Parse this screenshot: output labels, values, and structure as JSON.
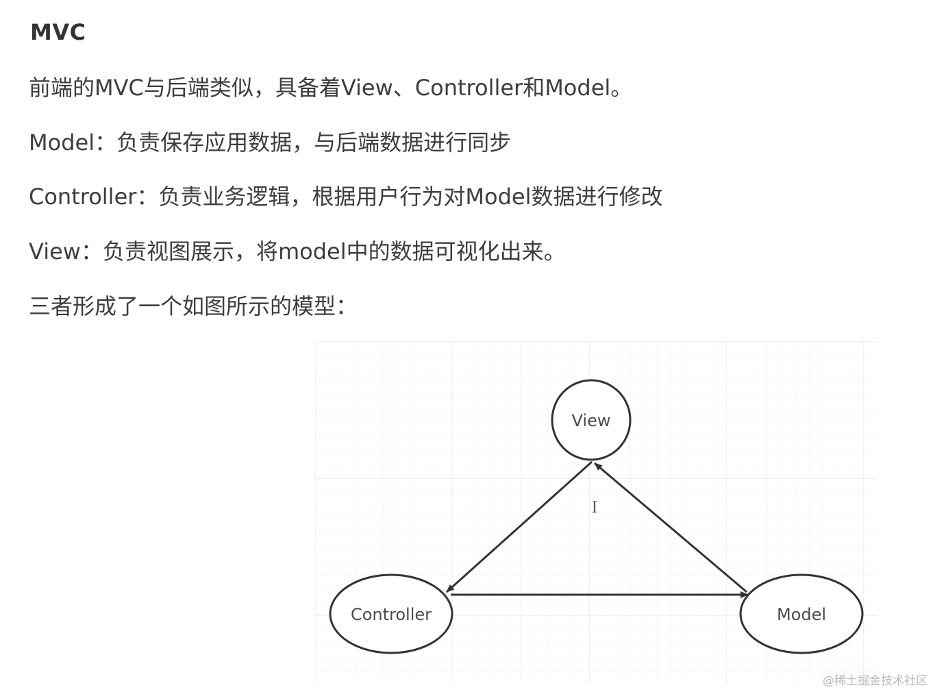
{
  "article": {
    "heading": "MVC",
    "paragraphs": [
      "前端的MVC与后端类似，具备着View、Controller和Model。",
      "Model：负责保存应用数据，与后端数据进行同步",
      "Controller：负责业务逻辑，根据用户行为对Model数据进行修改",
      "View：负责视图展示，将model中的数据可视化出来。",
      "三者形成了一个如图所示的模型："
    ]
  },
  "diagram": {
    "nodes": {
      "view": "View",
      "controller": "Controller",
      "model": "Model"
    },
    "cursor_glyph": "I"
  },
  "watermark": "@稀土掘金技术社区",
  "colors": {
    "text": "#3d3d3d",
    "heading": "#333333",
    "grid": "#ececec",
    "stroke": "#333333",
    "watermark": "#b9b9b9"
  }
}
